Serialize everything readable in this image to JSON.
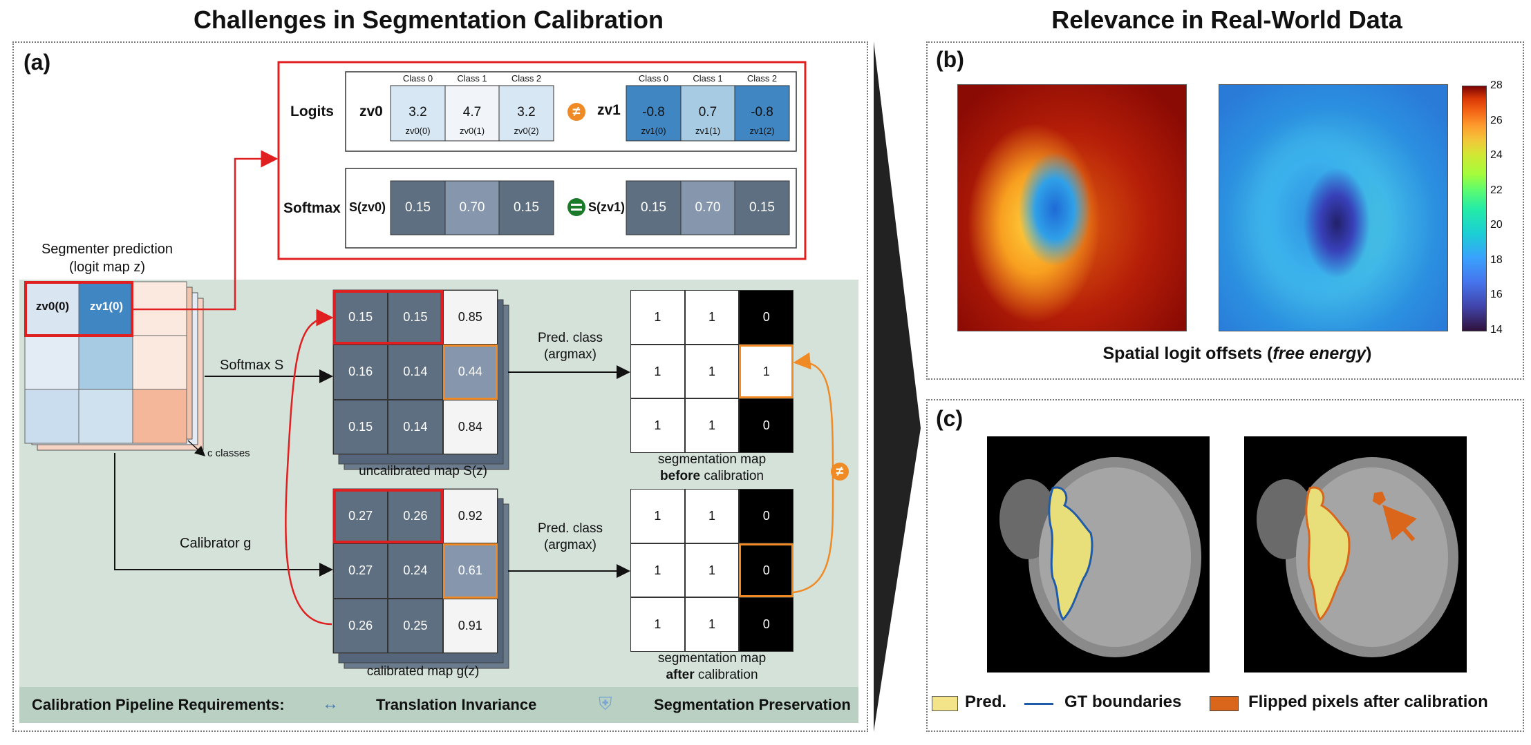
{
  "left_title": "Challenges in Segmentation Calibration",
  "right_title": "Relevance in Real-World Data",
  "panel_a": {
    "label": "(a)",
    "segmenter_label_line1": "Segmenter prediction",
    "segmenter_label_line2": "(logit map z)",
    "cell_z0": "zv0(0)",
    "cell_z1": "zv1(0)",
    "classes_label": "c classes",
    "logits_label": "Logits",
    "softmax_label": "Softmax",
    "zv0": "zv0",
    "zv1": "zv1",
    "class_headers": [
      "Class 0",
      "Class 1",
      "Class 2"
    ],
    "logits_v0": [
      "3.2",
      "4.7",
      "3.2"
    ],
    "logits_v0_sub": [
      "zv0(0)",
      "zv0(1)",
      "zv0(2)"
    ],
    "logits_v1": [
      "-0.8",
      "0.7",
      "-0.8"
    ],
    "logits_v1_sub": [
      "zv1(0)",
      "zv1(1)",
      "zv1(2)"
    ],
    "softmax_left_label": "S(zv0)",
    "softmax_right_label": "S(zv1)",
    "softmax_values": [
      "0.15",
      "0.70",
      "0.15"
    ],
    "softmax_arrow_label": "Softmax S",
    "calibrator_label": "Calibrator g",
    "uncal_grid": [
      [
        "0.15",
        "0.15",
        "0.85"
      ],
      [
        "0.16",
        "0.14",
        "0.44"
      ],
      [
        "0.15",
        "0.14",
        "0.84"
      ]
    ],
    "cal_grid": [
      [
        "0.27",
        "0.26",
        "0.92"
      ],
      [
        "0.27",
        "0.24",
        "0.61"
      ],
      [
        "0.26",
        "0.25",
        "0.91"
      ]
    ],
    "uncal_caption": "uncalibrated map S(z)",
    "cal_caption": "calibrated map g(z)",
    "pred_class_line1": "Pred. class",
    "pred_class_line2": "(argmax)",
    "seg_before": [
      [
        "1",
        "1",
        "0"
      ],
      [
        "1",
        "1",
        "1"
      ],
      [
        "1",
        "1",
        "0"
      ]
    ],
    "seg_after": [
      [
        "1",
        "1",
        "0"
      ],
      [
        "1",
        "1",
        "0"
      ],
      [
        "1",
        "1",
        "0"
      ]
    ],
    "seg_before_caption1": "segmentation map",
    "seg_before_caption2_bold": "before",
    "seg_before_caption2_rest": "calibration",
    "seg_after_caption1": "segmentation map",
    "seg_after_caption2_bold": "after",
    "seg_after_caption2_rest": "calibration",
    "requirements_label": "Calibration Pipeline Requirements:",
    "req1": "Translation Invariance",
    "req2": "Segmentation Preservation"
  },
  "panel_b": {
    "label": "(b)",
    "caption_prefix": "Spatial logit offsets (",
    "caption_italic": "free energy",
    "caption_suffix": ")",
    "colorbar_ticks": [
      "28",
      "26",
      "24",
      "22",
      "20",
      "18",
      "16",
      "14"
    ]
  },
  "panel_c": {
    "label": "(c)",
    "legend_pred": "Pred.",
    "legend_gt": "GT boundaries",
    "legend_flipped": "Flipped pixels after calibration"
  },
  "colors": {
    "red": "#e02020",
    "orange": "#f08a24",
    "green": "#1a7a2a",
    "slate": "#5f6f82",
    "slate_light": "#8596ad",
    "bg_green": "#d4e2da"
  }
}
